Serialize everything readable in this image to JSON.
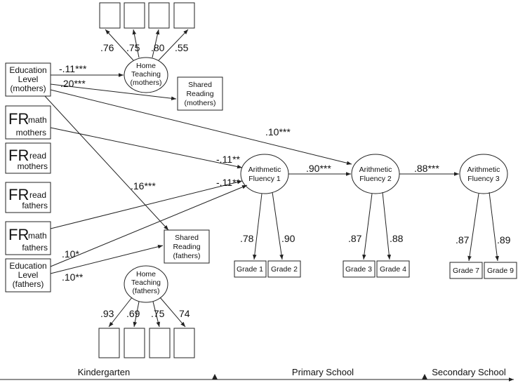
{
  "diagram": {
    "predictors": {
      "edu_mothers": [
        "Education",
        "Level",
        "(mothers)"
      ],
      "fr_math_mothers": {
        "big": "FR",
        "sub": "math",
        "who": "mothers"
      },
      "fr_read_mothers": {
        "big": "FR",
        "sub": "read",
        "who": "mothers"
      },
      "fr_read_fathers": {
        "big": "FR",
        "sub": "read",
        "who": "fathers"
      },
      "fr_math_fathers": {
        "big": "FR",
        "sub": "math",
        "who": "fathers"
      },
      "edu_fathers": [
        "Education",
        "Level",
        "(fathers)"
      ]
    },
    "home_teaching_mothers": {
      "label": [
        "Home",
        "Teaching",
        "(mothers)"
      ],
      "loadings": [
        ".76",
        ".75",
        ".80",
        ".55"
      ]
    },
    "home_teaching_fathers": {
      "label": [
        "Home",
        "Teaching",
        "(fathers)"
      ],
      "loadings": [
        ".93",
        ".69",
        ".75",
        "74"
      ]
    },
    "shared_reading_mothers": [
      "Shared",
      "Reading",
      "(mothers)"
    ],
    "shared_reading_fathers": [
      "Shared",
      "Reading",
      "(fathers)"
    ],
    "fluency": [
      {
        "label": [
          "Arithmetic",
          "Fluency 1"
        ],
        "grades": [
          "Grade 1",
          "Grade 2"
        ],
        "loadings": [
          ".78",
          ".90"
        ]
      },
      {
        "label": [
          "Arithmetic",
          "Fluency 2"
        ],
        "grades": [
          "Grade 3",
          "Grade 4"
        ],
        "loadings": [
          ".87",
          ".88"
        ]
      },
      {
        "label": [
          "Arithmetic",
          "Fluency 3"
        ],
        "grades": [
          "Grade 7",
          "Grade 9"
        ],
        "loadings": [
          ".87",
          ".89"
        ]
      }
    ],
    "paths": {
      "edu_m_to_ht_m": "-.11***",
      "edu_m_to_sr_m": ".20***",
      "edu_m_to_af2": ".10***",
      "frmath_m_to_af1": "-.11**",
      "edu_m_to_sr_f": ".16***",
      "frmath_f_to_af1": "-.11**",
      "edu_f_to_af1": ".10*",
      "edu_f_to_sr_f": ".10**",
      "af1_to_af2": ".90***",
      "af2_to_af3": ".88***"
    },
    "timeline": {
      "kindergarten": "Kindergarten",
      "primary": "Primary School",
      "secondary": "Secondary School"
    }
  }
}
